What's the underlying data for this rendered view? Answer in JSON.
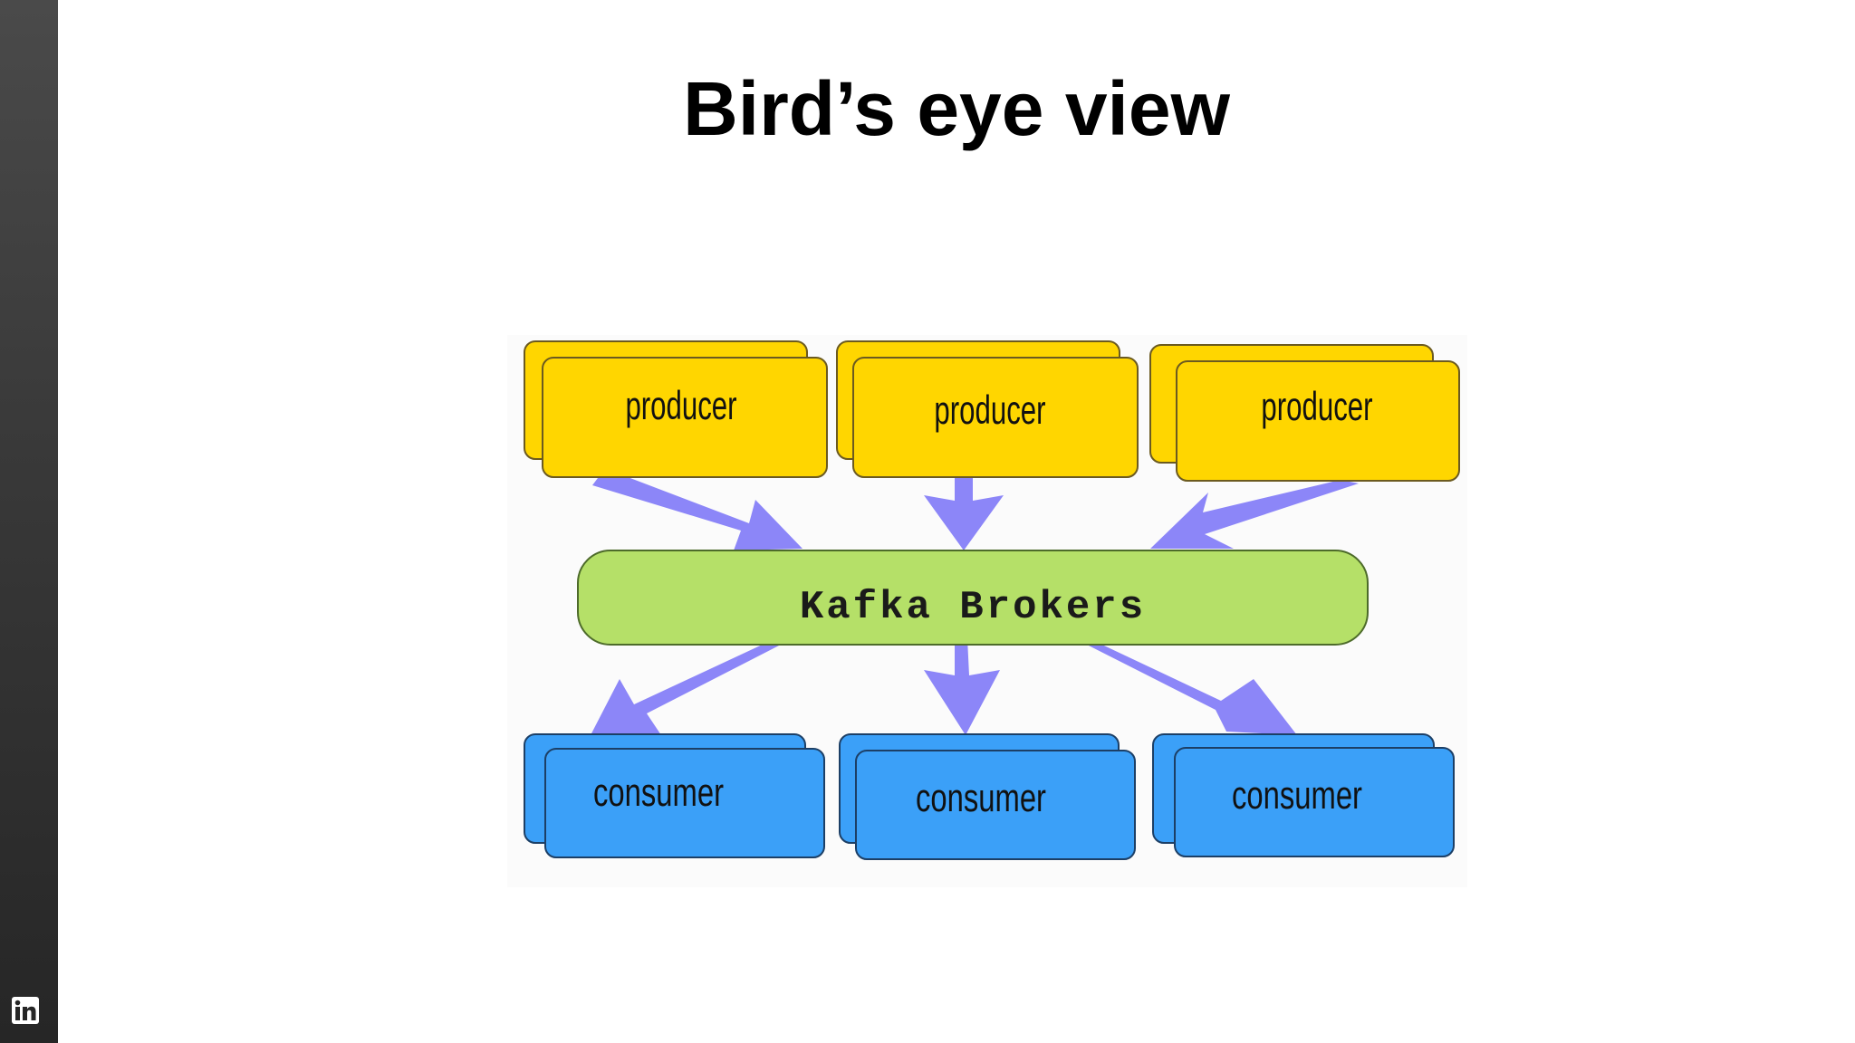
{
  "slide": {
    "title": "Bird’s eye view"
  },
  "diagram": {
    "producers": [
      "producer",
      "producer",
      "producer"
    ],
    "broker": "Kafka Brokers",
    "consumers": [
      "consumer",
      "consumer",
      "consumer"
    ]
  },
  "colors": {
    "producer_fill": "#FFD600",
    "broker_fill": "#B5E068",
    "consumer_fill": "#3BA0F8",
    "arrow_fill": "#8C86F8",
    "sidebar": "#333333"
  },
  "icons": {
    "corner_logo": "linkedin-icon"
  }
}
